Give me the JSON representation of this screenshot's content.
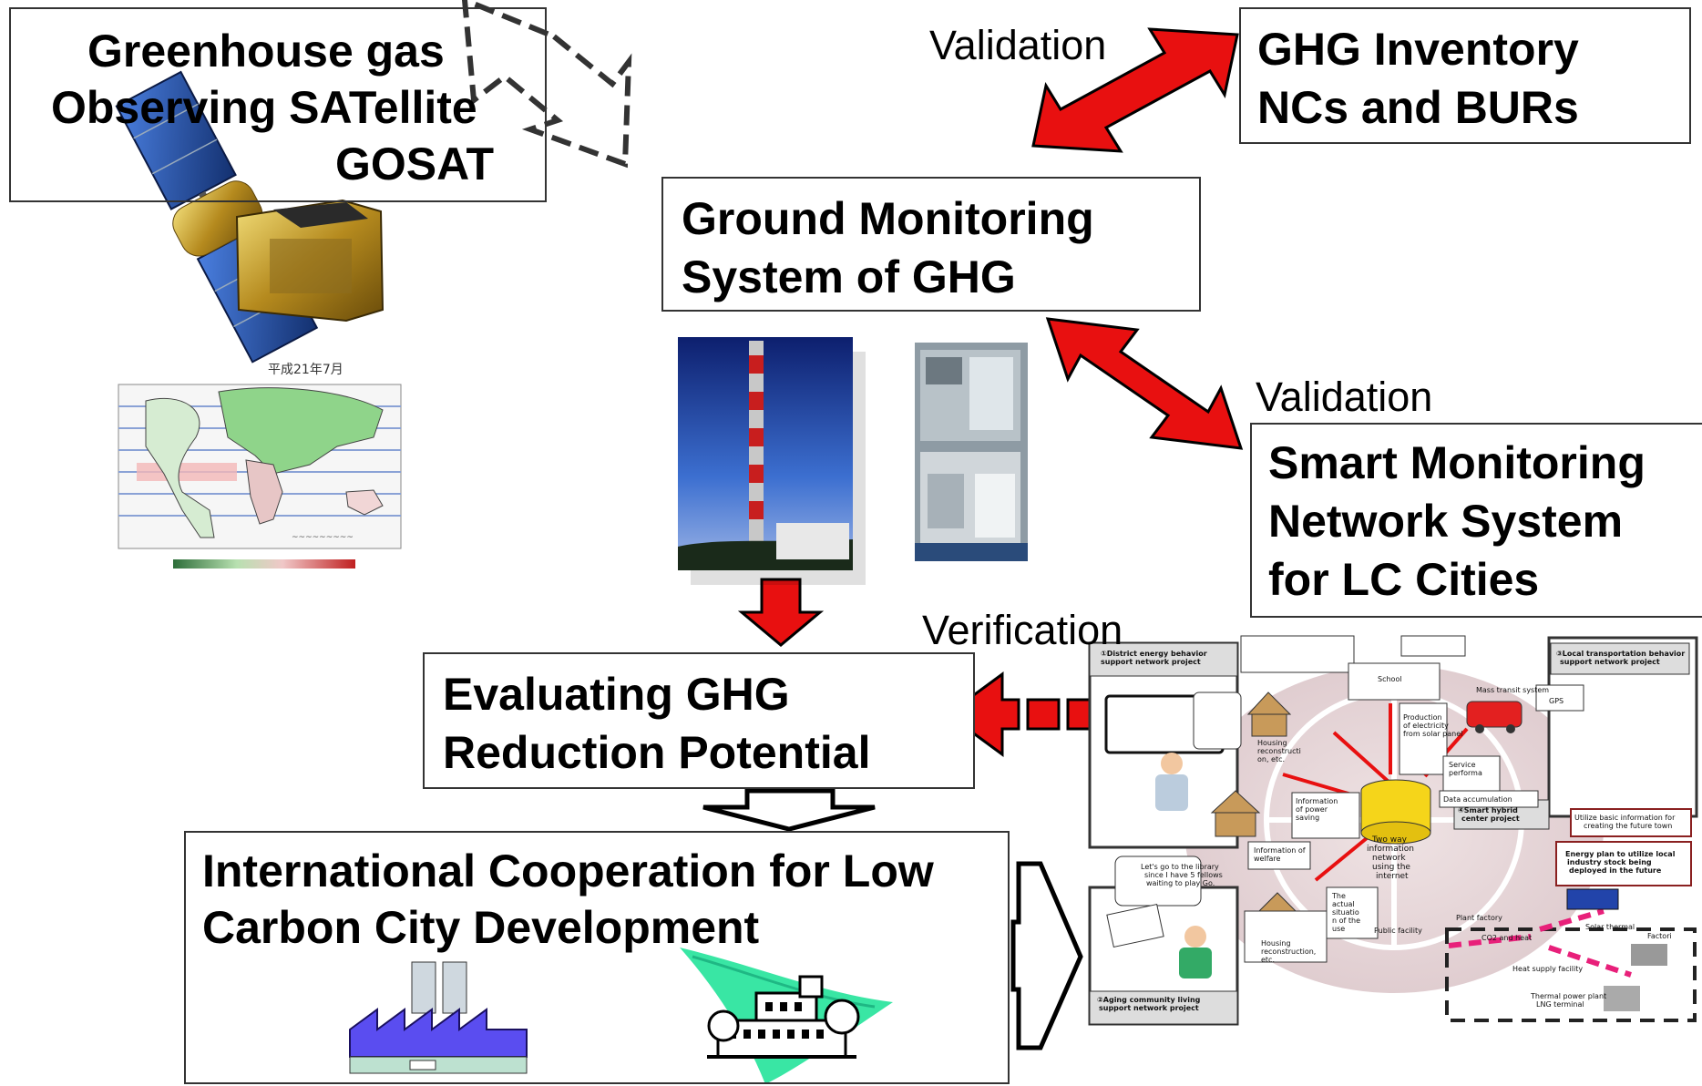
{
  "boxes": {
    "gosat": [
      "Greenhouse gas",
      "Observing SATellite",
      "GOSAT"
    ],
    "inventory": [
      "GHG Inventory",
      "NCs and BURs"
    ],
    "ground": [
      "Ground Monitoring",
      "System of GHG"
    ],
    "smart": [
      "Smart  Monitoring",
      "Network System",
      "for LC Cities"
    ],
    "evaluating": [
      "Evaluating GHG",
      "Reduction Potential"
    ],
    "international": [
      "International Cooperation for Low",
      "Carbon City Development"
    ]
  },
  "labels": {
    "validation_top": "Validation",
    "validation_mid": "Validation",
    "verification": "Verification"
  },
  "colors": {
    "arrow_red": "#e81010",
    "arrow_dark": "#000000",
    "factory": "#5a4df0",
    "hospital_wind": "#39e6a4"
  },
  "network": {
    "district": "①District energy behavior support network project",
    "transport": "③Local transportation behavior support network project",
    "hybrid": "④Smart hybrid center project",
    "aging": "②Aging community living support network project",
    "utilize": "Utilize basic information for creating the future town",
    "energy_plan": "Energy plan to utilize local industry stock being deployed in the future",
    "two_way": "Two way information network using the internet",
    "nodes": [
      "School",
      "Housing reconstruction, etc.",
      "Production of electricity from solar panel",
      "Mass transit system",
      "GPS",
      "Service performance",
      "Data accumulation",
      "Information of power saving",
      "Information of welfare",
      "The actual situation of the use",
      "Public facility",
      "Plant factory",
      "CO2 and heat",
      "Heat supply facility",
      "Solar thermal",
      "Factories",
      "Thermal power plant LNG terminal"
    ]
  }
}
